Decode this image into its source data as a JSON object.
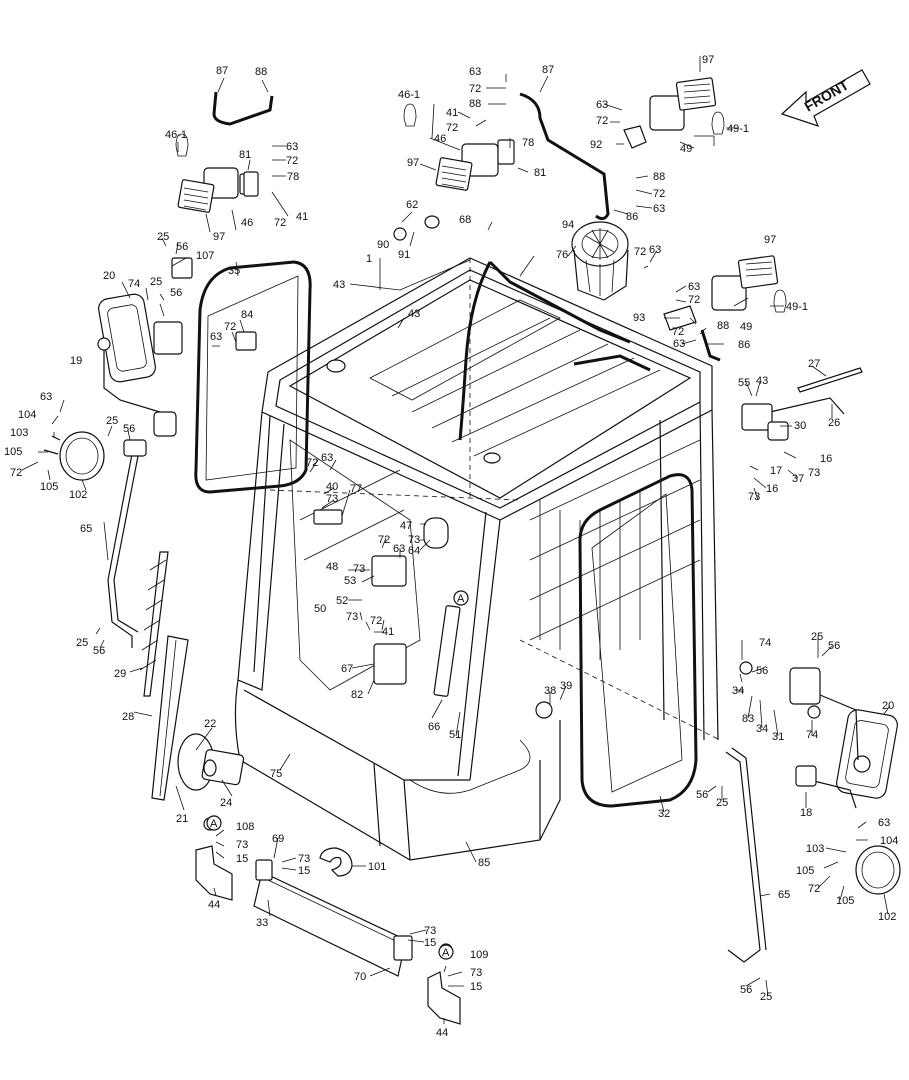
{
  "front_arrow": {
    "text": "FRONT"
  },
  "callout_marker": "A",
  "labels": [
    {
      "id": "l1",
      "text": "87"
    },
    {
      "id": "l2",
      "text": "88"
    },
    {
      "id": "l3",
      "text": "46-1"
    },
    {
      "id": "l4",
      "text": "63"
    },
    {
      "id": "l5",
      "text": "72"
    },
    {
      "id": "l6",
      "text": "78"
    },
    {
      "id": "l7",
      "text": "81"
    },
    {
      "id": "l8",
      "text": "72"
    },
    {
      "id": "l9",
      "text": "41"
    },
    {
      "id": "l10",
      "text": "46"
    },
    {
      "id": "l11",
      "text": "97"
    },
    {
      "id": "l12",
      "text": "25"
    },
    {
      "id": "l13",
      "text": "56"
    },
    {
      "id": "l14",
      "text": "107"
    },
    {
      "id": "l15",
      "text": "35"
    },
    {
      "id": "l16",
      "text": "20"
    },
    {
      "id": "l17",
      "text": "74"
    },
    {
      "id": "l18",
      "text": "25"
    },
    {
      "id": "l19",
      "text": "56"
    },
    {
      "id": "l20",
      "text": "84"
    },
    {
      "id": "l21",
      "text": "19"
    },
    {
      "id": "l22",
      "text": "72"
    },
    {
      "id": "l23",
      "text": "63"
    },
    {
      "id": "l24",
      "text": "1"
    },
    {
      "id": "l25",
      "text": "43"
    },
    {
      "id": "l26",
      "text": "43"
    },
    {
      "id": "l27",
      "text": "63"
    },
    {
      "id": "l28",
      "text": "104"
    },
    {
      "id": "l29",
      "text": "103"
    },
    {
      "id": "l30",
      "text": "105"
    },
    {
      "id": "l31",
      "text": "72"
    },
    {
      "id": "l32",
      "text": "105"
    },
    {
      "id": "l33",
      "text": "102"
    },
    {
      "id": "l34",
      "text": "25"
    },
    {
      "id": "l35",
      "text": "56"
    },
    {
      "id": "l36",
      "text": "65"
    },
    {
      "id": "l37",
      "text": "25"
    },
    {
      "id": "l38",
      "text": "56"
    },
    {
      "id": "l39",
      "text": "29"
    },
    {
      "id": "l40",
      "text": "28"
    },
    {
      "id": "l41",
      "text": "22"
    },
    {
      "id": "l42",
      "text": "21"
    },
    {
      "id": "l43",
      "text": "24"
    },
    {
      "id": "l44",
      "text": "108"
    },
    {
      "id": "l45",
      "text": "73"
    },
    {
      "id": "l46",
      "text": "15"
    },
    {
      "id": "l47",
      "text": "44"
    },
    {
      "id": "l48",
      "text": "63"
    },
    {
      "id": "l49",
      "text": "72"
    },
    {
      "id": "l50",
      "text": "88"
    },
    {
      "id": "l51",
      "text": "87"
    },
    {
      "id": "l52",
      "text": "46-1"
    },
    {
      "id": "l53",
      "text": "41"
    },
    {
      "id": "l54",
      "text": "72"
    },
    {
      "id": "l55",
      "text": "46"
    },
    {
      "id": "l56",
      "text": "78"
    },
    {
      "id": "l57",
      "text": "97"
    },
    {
      "id": "l58",
      "text": "81"
    },
    {
      "id": "l59",
      "text": "62"
    },
    {
      "id": "l60",
      "text": "68"
    },
    {
      "id": "l61",
      "text": "90"
    },
    {
      "id": "l62",
      "text": "91"
    },
    {
      "id": "l63",
      "text": "94"
    },
    {
      "id": "l64",
      "text": "76"
    },
    {
      "id": "l65",
      "text": "63"
    },
    {
      "id": "l66",
      "text": "72"
    },
    {
      "id": "l67",
      "text": "97"
    },
    {
      "id": "l68",
      "text": "49-1"
    },
    {
      "id": "l69",
      "text": "92"
    },
    {
      "id": "l70",
      "text": "49"
    },
    {
      "id": "l71",
      "text": "88"
    },
    {
      "id": "l72",
      "text": "72"
    },
    {
      "id": "l73",
      "text": "86"
    },
    {
      "id": "l74",
      "text": "63"
    },
    {
      "id": "l75",
      "text": "63"
    },
    {
      "id": "l76",
      "text": "72"
    },
    {
      "id": "l77",
      "text": "97"
    },
    {
      "id": "l78",
      "text": "63"
    },
    {
      "id": "l79",
      "text": "72"
    },
    {
      "id": "l80",
      "text": "93"
    },
    {
      "id": "l81",
      "text": "88"
    },
    {
      "id": "l82",
      "text": "72"
    },
    {
      "id": "l83",
      "text": "63"
    },
    {
      "id": "l84",
      "text": "49"
    },
    {
      "id": "l85",
      "text": "49-1"
    },
    {
      "id": "l86",
      "text": "86"
    },
    {
      "id": "l87",
      "text": "27"
    },
    {
      "id": "l88",
      "text": "55"
    },
    {
      "id": "l89",
      "text": "43"
    },
    {
      "id": "l90",
      "text": "30"
    },
    {
      "id": "l91",
      "text": "26"
    },
    {
      "id": "l92",
      "text": "16"
    },
    {
      "id": "l93",
      "text": "17"
    },
    {
      "id": "l94",
      "text": "37"
    },
    {
      "id": "l95",
      "text": "73"
    },
    {
      "id": "l96",
      "text": "73"
    },
    {
      "id": "l97",
      "text": "16"
    },
    {
      "id": "l98",
      "text": "72"
    },
    {
      "id": "l99",
      "text": "63"
    },
    {
      "id": "l100",
      "text": "40"
    },
    {
      "id": "l101",
      "text": "73"
    },
    {
      "id": "l102",
      "text": "77"
    },
    {
      "id": "l103",
      "text": "47"
    },
    {
      "id": "l104",
      "text": "73"
    },
    {
      "id": "l105",
      "text": "64"
    },
    {
      "id": "l106",
      "text": "72"
    },
    {
      "id": "l107",
      "text": "63"
    },
    {
      "id": "l108",
      "text": "48"
    },
    {
      "id": "l109",
      "text": "73"
    },
    {
      "id": "l110",
      "text": "53"
    },
    {
      "id": "l111",
      "text": "52"
    },
    {
      "id": "l112",
      "text": "50"
    },
    {
      "id": "l113",
      "text": "72"
    },
    {
      "id": "l114",
      "text": "73"
    },
    {
      "id": "l115",
      "text": "41"
    },
    {
      "id": "l116",
      "text": "67"
    },
    {
      "id": "l117",
      "text": "82"
    },
    {
      "id": "l118",
      "text": "66"
    },
    {
      "id": "l119",
      "text": "51"
    },
    {
      "id": "l120",
      "text": "75"
    },
    {
      "id": "l121",
      "text": "38"
    },
    {
      "id": "l122",
      "text": "39"
    },
    {
      "id": "l123",
      "text": "74"
    },
    {
      "id": "l124",
      "text": "56"
    },
    {
      "id": "l125",
      "text": "25"
    },
    {
      "id": "l126",
      "text": "56"
    },
    {
      "id": "l127",
      "text": "20"
    },
    {
      "id": "l128",
      "text": "34"
    },
    {
      "id": "l129",
      "text": "83"
    },
    {
      "id": "l130",
      "text": "34"
    },
    {
      "id": "l131",
      "text": "31"
    },
    {
      "id": "l132",
      "text": "74"
    },
    {
      "id": "l133",
      "text": "18"
    },
    {
      "id": "l134",
      "text": "63"
    },
    {
      "id": "l135",
      "text": "104"
    },
    {
      "id": "l136",
      "text": "103"
    },
    {
      "id": "l137",
      "text": "105"
    },
    {
      "id": "l138",
      "text": "72"
    },
    {
      "id": "l139",
      "text": "105"
    },
    {
      "id": "l140",
      "text": "102"
    },
    {
      "id": "l141",
      "text": "32"
    },
    {
      "id": "l142",
      "text": "56"
    },
    {
      "id": "l143",
      "text": "25"
    },
    {
      "id": "l144",
      "text": "65"
    },
    {
      "id": "l145",
      "text": "56"
    },
    {
      "id": "l146",
      "text": "25"
    },
    {
      "id": "l147",
      "text": "85"
    },
    {
      "id": "l148",
      "text": "69"
    },
    {
      "id": "l149",
      "text": "73"
    },
    {
      "id": "l150",
      "text": "15"
    },
    {
      "id": "l151",
      "text": "101"
    },
    {
      "id": "l152",
      "text": "33"
    },
    {
      "id": "l153",
      "text": "73"
    },
    {
      "id": "l154",
      "text": "15"
    },
    {
      "id": "l155",
      "text": "70"
    },
    {
      "id": "l156",
      "text": "109"
    },
    {
      "id": "l157",
      "text": "73"
    },
    {
      "id": "l158",
      "text": "15"
    },
    {
      "id": "l159",
      "text": "44"
    }
  ]
}
